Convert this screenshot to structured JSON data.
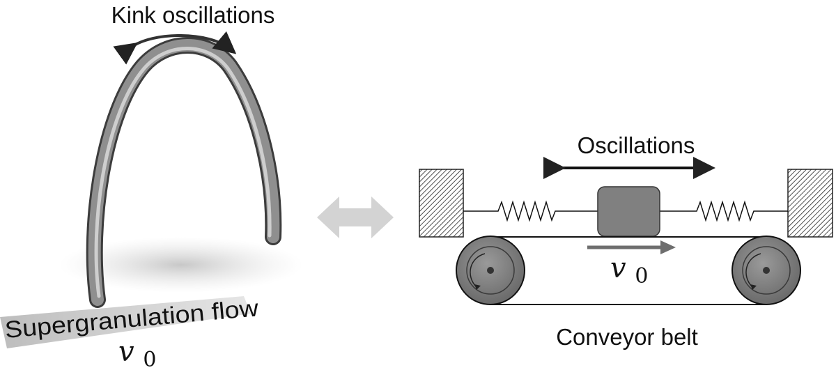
{
  "left_panel": {
    "title": "Kink oscillations",
    "flow_label": "Supergranulation flow",
    "velocity_symbol": "v",
    "velocity_subscript": "0"
  },
  "center": {
    "icon": "double-arrow-icon",
    "color": "#d3d3d3"
  },
  "right_panel": {
    "title": "Oscillations",
    "velocity_symbol": "v",
    "velocity_subscript": "0",
    "caption": "Conveyor belt"
  },
  "colors": {
    "loop_dark": "#4a4a4a",
    "loop_light": "#bdbdbd",
    "block": "#808080",
    "wheel": "#7a7a7a",
    "belt": "#111111",
    "flow_arrow": "#6e6e6e"
  }
}
